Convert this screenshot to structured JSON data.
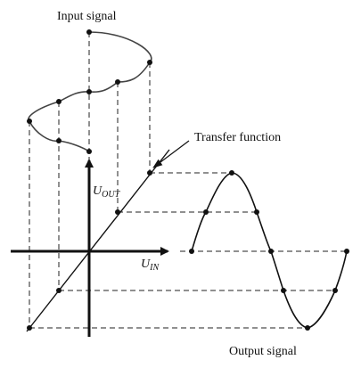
{
  "labels": {
    "input_signal": "Input signal",
    "transfer_function": "Transfer function",
    "output_signal": "Output signal"
  },
  "axes": {
    "vertical_symbol": "U",
    "vertical_subscript": "OUT",
    "horizontal_symbol": "U",
    "horizontal_subscript": "IN"
  },
  "colors": {
    "line": "#111111",
    "curve": "#444444"
  }
}
